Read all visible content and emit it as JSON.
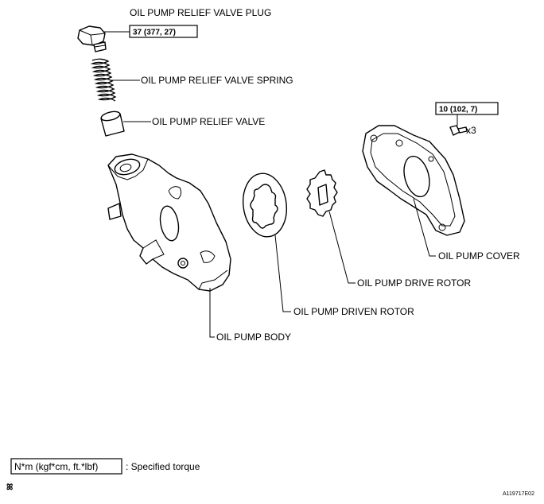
{
  "labels": {
    "relief_valve_plug": "OIL PUMP RELIEF VALVE PLUG",
    "relief_valve_spring": "OIL PUMP RELIEF VALVE SPRING",
    "relief_valve": "OIL PUMP RELIEF VALVE",
    "pump_cover": "OIL PUMP COVER",
    "drive_rotor": "OIL PUMP DRIVE ROTOR",
    "driven_rotor": "OIL PUMP DRIVEN ROTOR",
    "pump_body": "OIL PUMP BODY"
  },
  "torque": {
    "plug": "37 (377, 27)",
    "cover_bolt": "10 (102, 7)",
    "cover_bolt_qty": "x3"
  },
  "legend": {
    "unit": "N*m (kgf*cm, ft.*lbf)",
    "text": ": Specified torque"
  },
  "figure_id": "A119717E02",
  "footer_mark": "ꕤ"
}
